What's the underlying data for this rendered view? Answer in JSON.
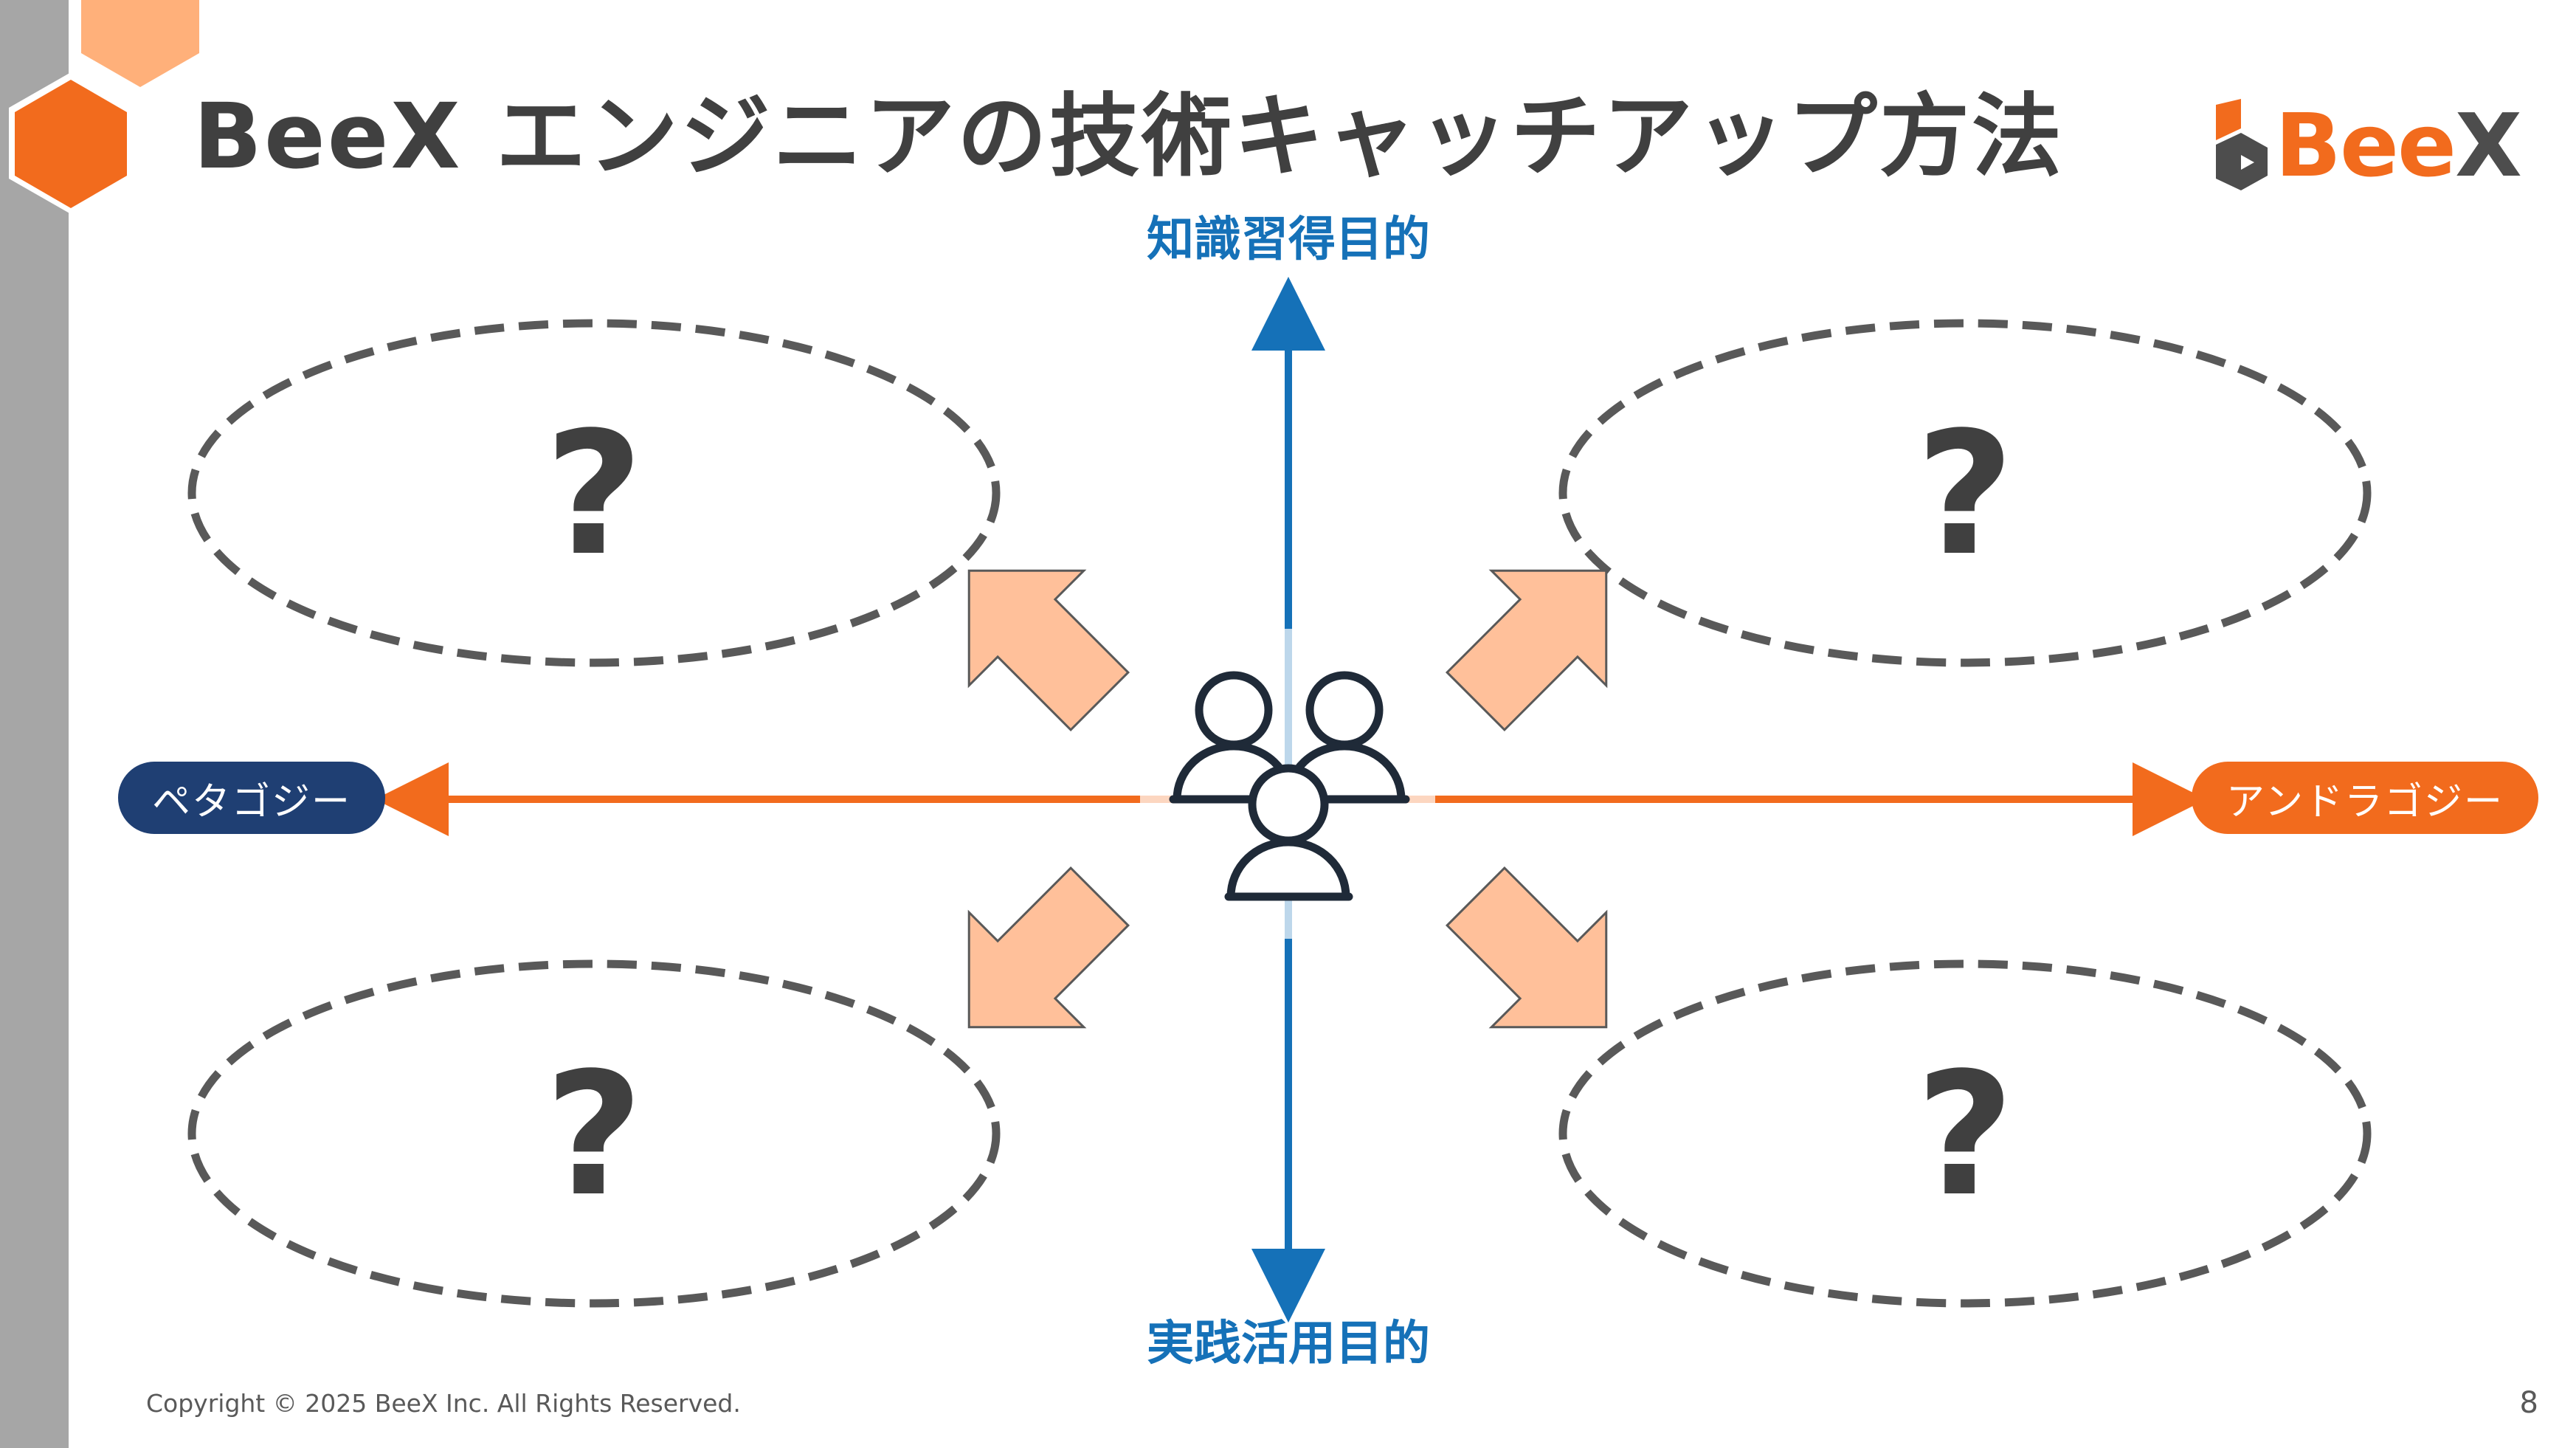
{
  "title": "BeeX エンジニアの技術キャッチアップ方法",
  "logo": {
    "text_main": "Bee",
    "text_x": "X"
  },
  "axes": {
    "top_label": "知識習得目的",
    "bottom_label": "実践活用目的",
    "left_label": "ペタゴジー",
    "right_label": "アンドラゴジー"
  },
  "quadrants": [
    {
      "text": "?"
    },
    {
      "text": "?"
    },
    {
      "text": "?"
    },
    {
      "text": "?"
    }
  ],
  "colors": {
    "vertical_axis": "#1571b8",
    "horizontal_axis": "#f26b1d",
    "arrow_fill": "#ffc09a",
    "pill_left": "#1f3f73",
    "pill_right": "#f26b1d",
    "accent": "#f26b1d"
  },
  "icons": {
    "center": "people-group-icon"
  },
  "footer": {
    "copyright": "Copyright © 2025 BeeX Inc. All Rights Reserved.",
    "page_number": "8"
  }
}
